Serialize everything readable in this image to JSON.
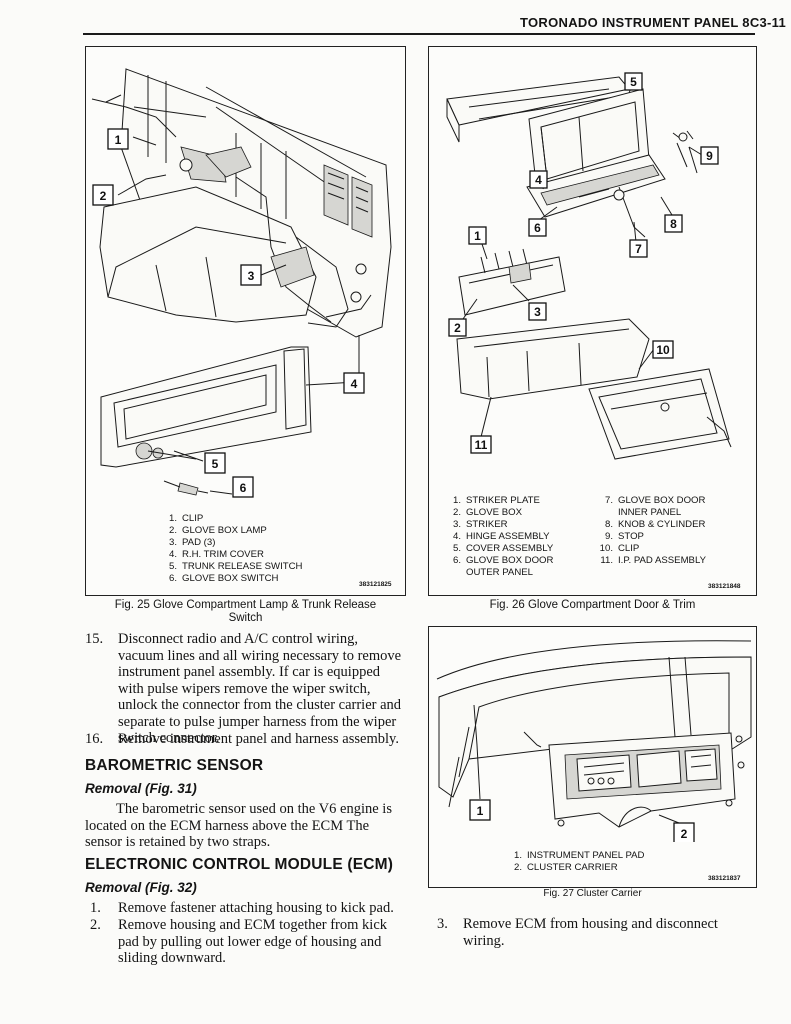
{
  "header": {
    "title": "TORONADO INSTRUMENT PANEL 8C3-11"
  },
  "fig25": {
    "callouts": [
      "1",
      "2",
      "3",
      "4",
      "5",
      "6"
    ],
    "legend": [
      {
        "n": "1.",
        "t": "CLIP"
      },
      {
        "n": "2.",
        "t": "GLOVE BOX LAMP"
      },
      {
        "n": "3.",
        "t": "PAD (3)"
      },
      {
        "n": "4.",
        "t": "R.H. TRIM COVER"
      },
      {
        "n": "5.",
        "t": "TRUNK RELEASE SWITCH"
      },
      {
        "n": "6.",
        "t": "GLOVE BOX SWITCH"
      }
    ],
    "code": "383121825",
    "caption_line1": "Fig. 25 Glove Compartment Lamp & Trunk Release",
    "caption_line2": "Switch"
  },
  "fig26": {
    "callouts": [
      "1",
      "2",
      "3",
      "4",
      "5",
      "6",
      "7",
      "8",
      "9",
      "10",
      "11"
    ],
    "legend_left": [
      {
        "n": "1.",
        "t": "STRIKER PLATE"
      },
      {
        "n": "2.",
        "t": "GLOVE BOX"
      },
      {
        "n": "3.",
        "t": "STRIKER"
      },
      {
        "n": "4.",
        "t": "HINGE ASSEMBLY"
      },
      {
        "n": "5.",
        "t": "COVER ASSEMBLY"
      },
      {
        "n": "6.",
        "t": "GLOVE BOX DOOR"
      },
      {
        "n": "",
        "t": "OUTER PANEL"
      }
    ],
    "legend_right": [
      {
        "n": "7.",
        "t": "GLOVE BOX DOOR"
      },
      {
        "n": "",
        "t": "INNER PANEL"
      },
      {
        "n": "8.",
        "t": "KNOB & CYLINDER"
      },
      {
        "n": "9.",
        "t": "STOP"
      },
      {
        "n": "10.",
        "t": "CLIP"
      },
      {
        "n": "11.",
        "t": "I.P. PAD ASSEMBLY"
      }
    ],
    "code": "383121848",
    "caption": "Fig. 26 Glove Compartment Door & Trim"
  },
  "fig27": {
    "callouts": [
      "1",
      "2"
    ],
    "legend": [
      {
        "n": "1.",
        "t": "INSTRUMENT PANEL PAD"
      },
      {
        "n": "2.",
        "t": "CLUSTER CARRIER"
      }
    ],
    "code": "383121837",
    "caption": "Fig. 27 Cluster Carrier"
  },
  "steps_top": [
    {
      "n": "15.",
      "lines": [
        "Disconnect radio and A/C control wiring,",
        "vacuum lines and all wiring necessary to remove",
        "instrument panel assembly. If car is equipped",
        "with pulse wipers remove the wiper switch,",
        "unlock the connector from the cluster carrier and",
        "separate to pulse jumper harness from the wiper",
        "switch connector."
      ]
    },
    {
      "n": "16.",
      "lines": [
        "Remove instrument panel and harness assembly."
      ]
    }
  ],
  "barometric": {
    "heading": "BAROMETRIC SENSOR",
    "sub": "Removal (Fig. 31)",
    "para": [
      "The barometric sensor used on the V6 engine is",
      "located on the ECM harness above the ECM The",
      "sensor is retained by two straps."
    ]
  },
  "ecm": {
    "heading": "ELECTRONIC CONTROL MODULE (ECM)",
    "sub": "Removal (Fig. 32)",
    "steps": [
      {
        "n": "1.",
        "lines": [
          "Remove fastener attaching housing to kick pad."
        ]
      },
      {
        "n": "2.",
        "lines": [
          "Remove housing and ECM together from kick",
          "pad by pulling out lower edge of housing and",
          "sliding downward."
        ]
      }
    ]
  },
  "step3": {
    "n": "3.",
    "lines": [
      "Remove ECM from housing and disconnect",
      "wiring."
    ]
  }
}
